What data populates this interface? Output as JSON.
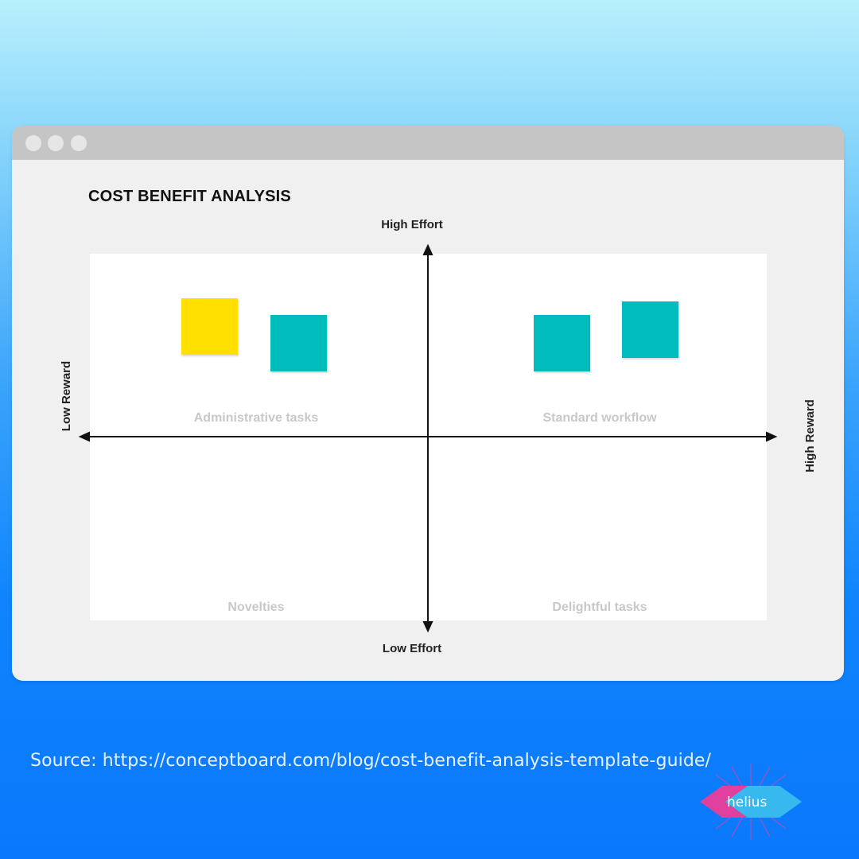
{
  "window": {
    "title": "COST BENEFIT ANALYSIS"
  },
  "axes": {
    "top": "High Effort",
    "bottom": "Low Effort",
    "left": "Low Reward",
    "right": "High Reward"
  },
  "quadrants": {
    "top_left": "Administrative tasks",
    "top_right": "Standard workflow",
    "bottom_left": "Novelties",
    "bottom_right": "Delightful tasks"
  },
  "sticky_notes": [
    {
      "quadrant": "top_left",
      "color": "#ffe000"
    },
    {
      "quadrant": "top_left",
      "color": "#00bcbd"
    },
    {
      "quadrant": "top_right",
      "color": "#00bcbd"
    },
    {
      "quadrant": "top_right",
      "color": "#00bcbd"
    }
  ],
  "footer": {
    "source": "Source: https://conceptboard.com/blog/cost-benefit-analysis-template-guide/",
    "logo_text": "helius"
  },
  "colors": {
    "logo_pink": "#e0409e",
    "logo_blue": "#37b8ee"
  }
}
